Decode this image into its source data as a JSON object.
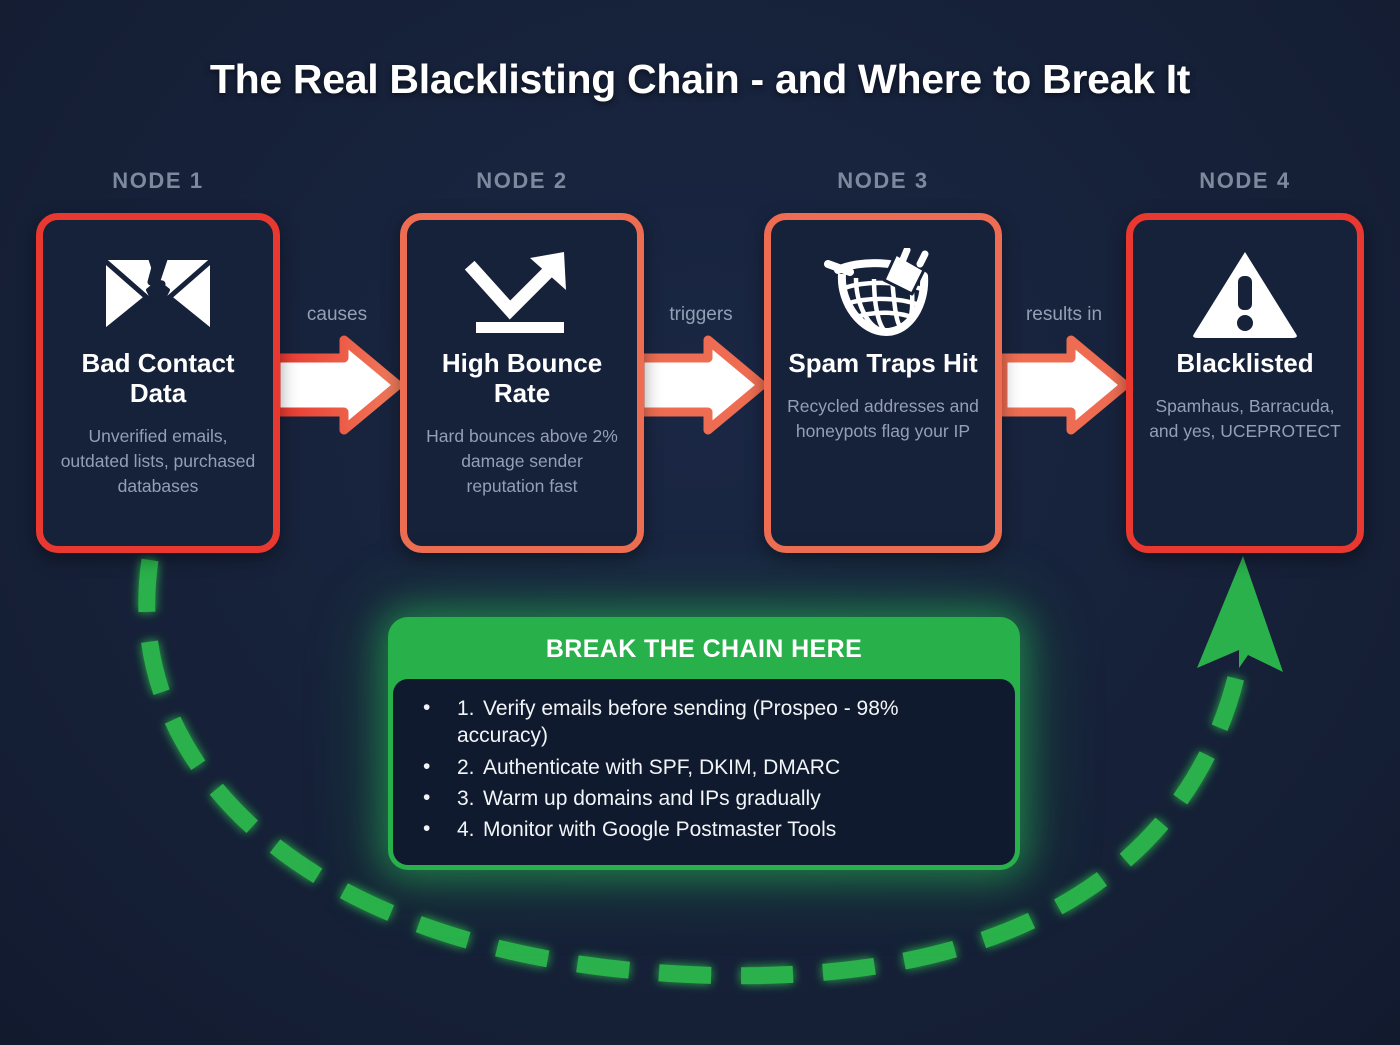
{
  "title": "The Real Blacklisting Chain - and Where to Break It",
  "colors": {
    "background": "#151F36",
    "node_fill": "#16213A",
    "border_red": "#E8382F",
    "border_coral": "#EE6D52",
    "accent_green": "#28B04A",
    "arc_green": "#2BB14B",
    "label_gray": "#7C8A9E",
    "desc_gray": "#93A0B4",
    "title_white": "#FFFFFF"
  },
  "nodes": [
    {
      "label": "NODE 1",
      "title": "Bad Contact Data",
      "desc": "Unverified emails, outdated lists, purchased databases",
      "icon": "broken-envelope-icon",
      "border": "red"
    },
    {
      "label": "NODE 2",
      "title": "High Bounce Rate",
      "desc": "Hard bounces above 2% damage sender reputation fast",
      "icon": "upward-trend-arrow-icon",
      "border": "coral"
    },
    {
      "label": "NODE 3",
      "title": "Spam Traps Hit",
      "desc": "Recycled addresses and honeypots flag your IP",
      "icon": "catch-net-icon",
      "border": "coral"
    },
    {
      "label": "NODE 4",
      "title": "Blacklisted",
      "desc": "Spamhaus, Barracuda, and yes, UCEPROTECT",
      "icon": "warning-triangle-icon",
      "border": "red"
    }
  ],
  "connectors": [
    {
      "label": "causes",
      "icon": "right-arrow-icon"
    },
    {
      "label": "triggers",
      "icon": "right-arrow-icon"
    },
    {
      "label": "results in",
      "icon": "right-arrow-icon"
    }
  ],
  "break_panel": {
    "header": "BREAK THE CHAIN HERE",
    "items": [
      {
        "num": "1.",
        "text": "Verify emails before sending (Prospeo - 98% accuracy)"
      },
      {
        "num": "2.",
        "text": "Authenticate with SPF, DKIM, DMARC"
      },
      {
        "num": "3.",
        "text": "Warm up domains and IPs gradually"
      },
      {
        "num": "4.",
        "text": "Monitor with Google Postmaster Tools"
      }
    ]
  },
  "feedback_arc": {
    "icon": "dashed-curved-arrow-icon",
    "from_node": "NODE 1",
    "to_node": "NODE 4",
    "style": "dashed",
    "color": "#2BB14B"
  }
}
